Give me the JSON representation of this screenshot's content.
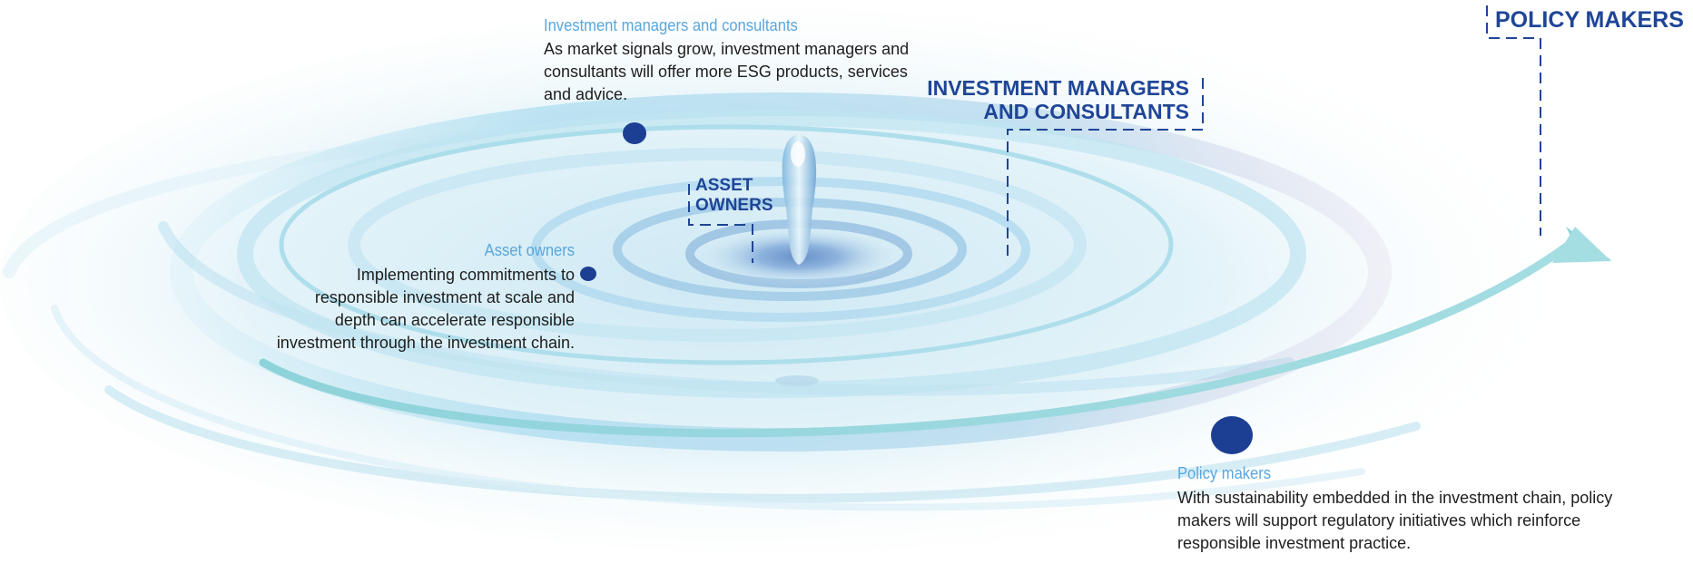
{
  "callouts": {
    "asset_owners": [
      "ASSET",
      "OWNERS"
    ],
    "investment_managers": [
      "INVESTMENT MANAGERS",
      "AND CONSULTANTS"
    ],
    "policy_makers": "POLICY MAKERS"
  },
  "descriptions": {
    "investment_managers": {
      "heading": "Investment managers and consultants",
      "text": "As market signals grow, investment managers and consultants will offer more ESG products, services and advice."
    },
    "asset_owners": {
      "heading": "Asset owners",
      "text": "Implementing commitments to responsible investment at scale and depth can accelerate responsible investment through the investment chain."
    },
    "policy_makers": {
      "heading": "Policy makers",
      "text": "With sustainability embedded in the investment chain, policy makers will support regulatory initiatives which reinforce responsible investment practice."
    }
  },
  "colors": {
    "heading": "#5aa6dc",
    "callout": "#1f4597",
    "marker": "#1d3f93",
    "ripple": "#8ccfe0",
    "arrow": "#74c6cf"
  }
}
